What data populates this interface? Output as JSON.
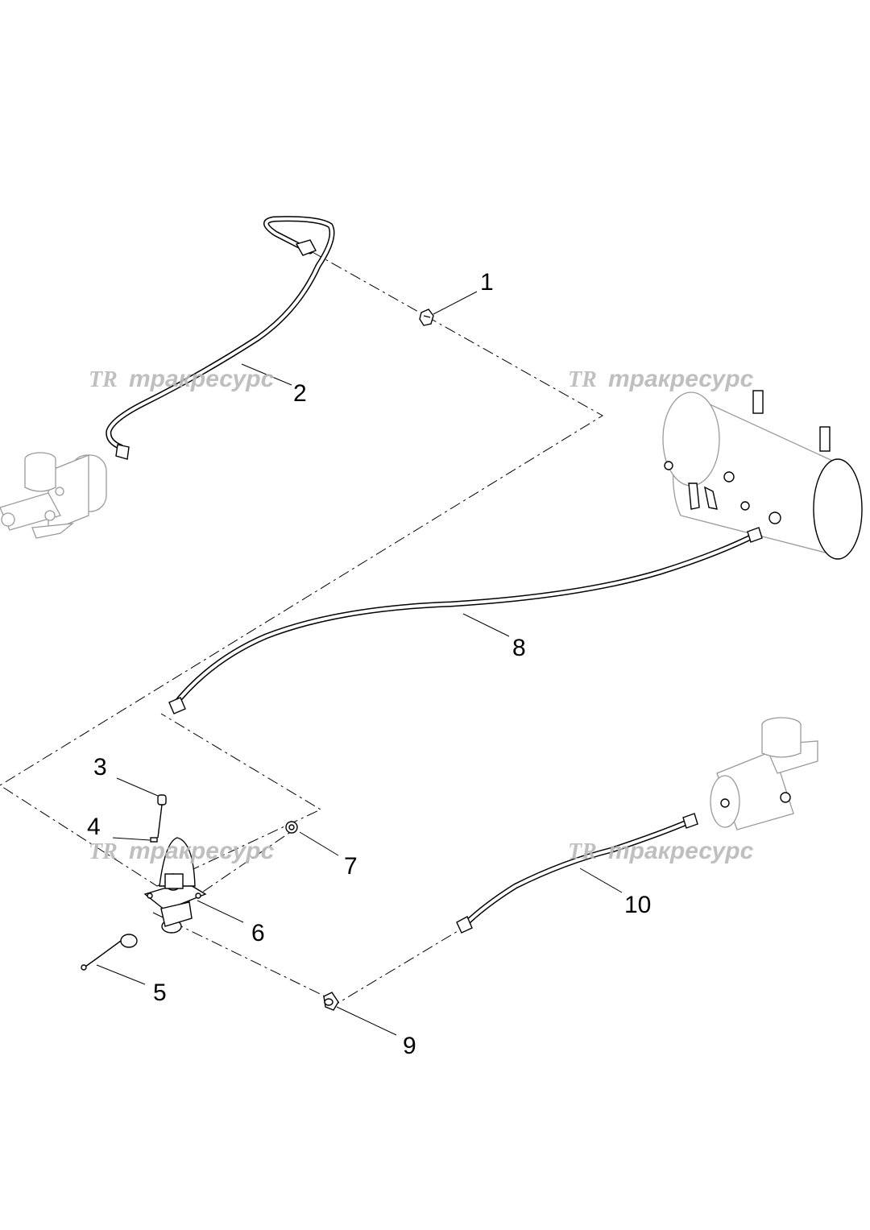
{
  "callouts": [
    {
      "id": "1",
      "label": "1"
    },
    {
      "id": "2",
      "label": "2"
    },
    {
      "id": "3",
      "label": "3"
    },
    {
      "id": "4",
      "label": "4"
    },
    {
      "id": "5",
      "label": "5"
    },
    {
      "id": "6",
      "label": "6"
    },
    {
      "id": "7",
      "label": "7"
    },
    {
      "id": "8",
      "label": "8"
    },
    {
      "id": "9",
      "label": "9"
    },
    {
      "id": "10",
      "label": "10"
    }
  ],
  "watermark": {
    "logo": "TR",
    "text": "тракресурс",
    "color": "#b9b9b9"
  }
}
